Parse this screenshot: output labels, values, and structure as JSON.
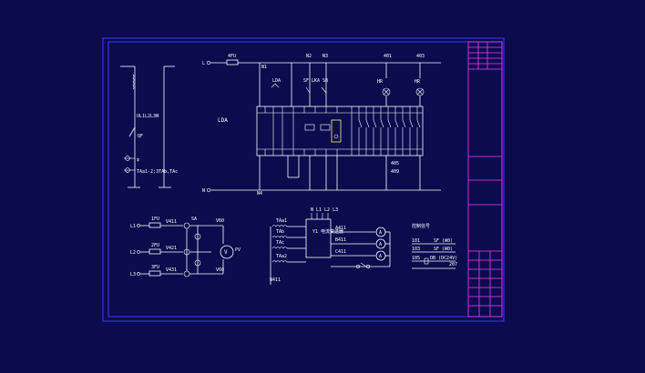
{
  "drawing": {
    "left_section": {
      "bus_label": "UL1L2L3N",
      "breaker_label": "QF",
      "ct_label": "TAa1-2;3TAb,TAc"
    },
    "top_section": {
      "line_l": "L",
      "line_n": "N",
      "fuse_label": "4FU",
      "relay_label": "LDA",
      "relay_box_label": "LDA",
      "switch_label": "SF LKA",
      "switch_label_2": "SB",
      "lamp_1": "HR",
      "lamp_2": "HR",
      "cable_tags": [
        "401",
        "403",
        "405",
        "409"
      ],
      "node_tags": [
        "N1",
        "N2",
        "N3",
        "N4"
      ]
    },
    "voltage_section": {
      "fuses": [
        "1FU",
        "2FU",
        "3FU"
      ],
      "lines": [
        "L1",
        "L2",
        "L3"
      ],
      "tags": [
        "V411",
        "V421",
        "V431"
      ],
      "meter_switch": "SA",
      "meter_out": "V60",
      "meter_tag": "PV"
    },
    "current_section": {
      "ct_labels": [
        "TAa1",
        "TAb",
        "TAc",
        "TAa2"
      ],
      "module_label": "Y1\n电流变送器",
      "outputs": [
        "A411",
        "B411",
        "C411"
      ],
      "ground_tag": "N411",
      "ammeters": [
        "A",
        "A",
        "A"
      ]
    },
    "right_section": {
      "title": "控制信号",
      "rows": [
        "SF (W0)",
        "SF (W0)",
        "DB (DC24V)"
      ],
      "row_tags": [
        "101",
        "103",
        "105"
      ]
    }
  },
  "colors": {
    "background": "#0b0b4e",
    "frame": "#3a3aff",
    "lines": "#ffffff",
    "highlight": "#ffff66",
    "title_block": "#ff33ff"
  }
}
